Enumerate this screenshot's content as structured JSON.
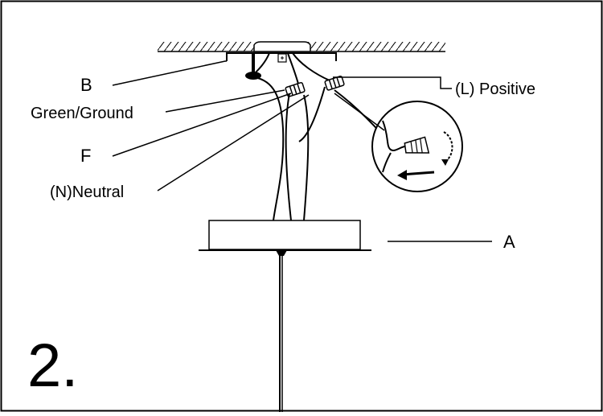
{
  "step_number": "2.",
  "labels": {
    "b": "B",
    "green_ground": "Green/Ground",
    "f": "F",
    "neutral": "(N)Neutral",
    "positive": "(L) Positive",
    "a": "A"
  }
}
